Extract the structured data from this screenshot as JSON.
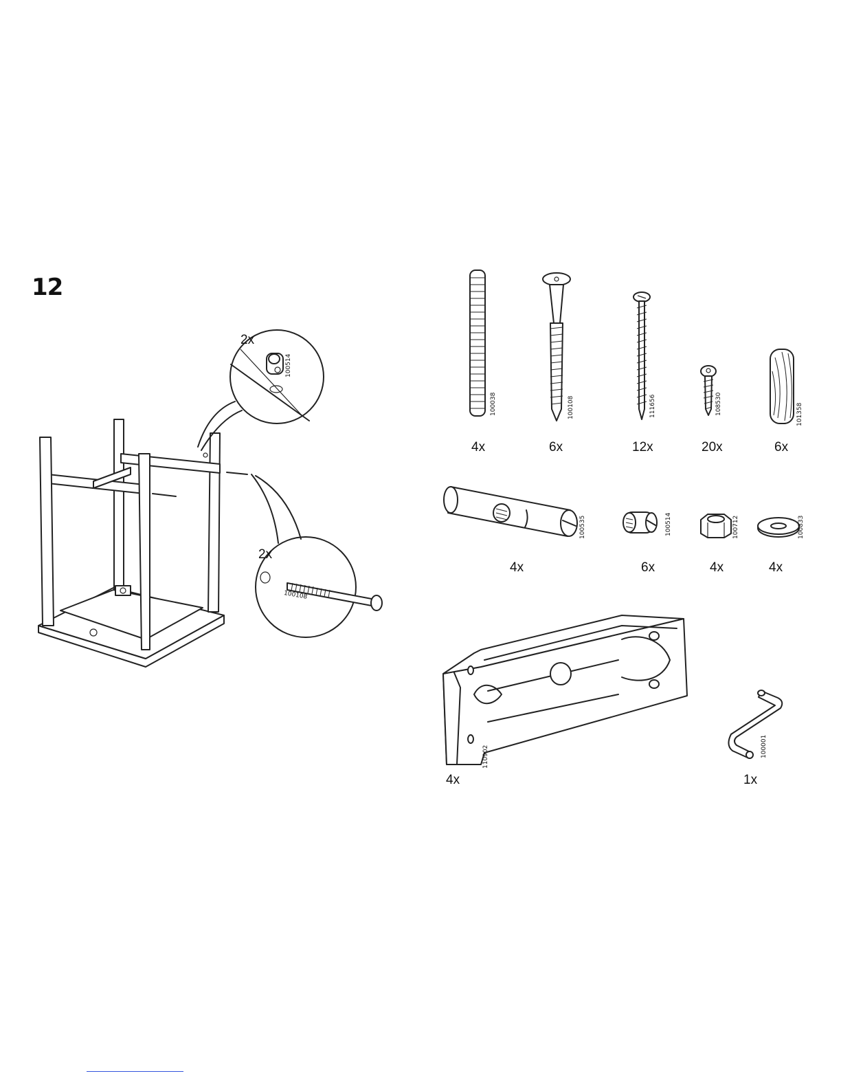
{
  "step": {
    "number": "12"
  },
  "assembly": {
    "callout_top": {
      "qty": "2x",
      "code": "100514"
    },
    "callout_bottom": {
      "qty": "2x",
      "code": "100108"
    }
  },
  "parts_row1": [
    {
      "code": "100038",
      "qty": "4x",
      "icon": "threaded-rod-icon"
    },
    {
      "code": "100108",
      "qty": "6x",
      "icon": "flat-head-bolt-icon"
    },
    {
      "code": "111656",
      "qty": "12x",
      "icon": "long-screw-icon"
    },
    {
      "code": "108530",
      "qty": "20x",
      "icon": "short-screw-icon"
    },
    {
      "code": "101358",
      "qty": "6x",
      "icon": "wooden-dowel-icon"
    }
  ],
  "parts_row2": [
    {
      "code": "100535",
      "qty": "4x",
      "icon": "long-barrel-nut-icon"
    },
    {
      "code": "100514",
      "qty": "6x",
      "icon": "barrel-nut-icon"
    },
    {
      "code": "100712",
      "qty": "4x",
      "icon": "hex-nut-icon"
    },
    {
      "code": "100833",
      "qty": "4x",
      "icon": "washer-icon"
    }
  ],
  "parts_row3": [
    {
      "code": "110902",
      "qty": "4x",
      "icon": "corner-bracket-icon"
    },
    {
      "code": "100001",
      "qty": "1x",
      "icon": "allen-key-icon"
    }
  ]
}
